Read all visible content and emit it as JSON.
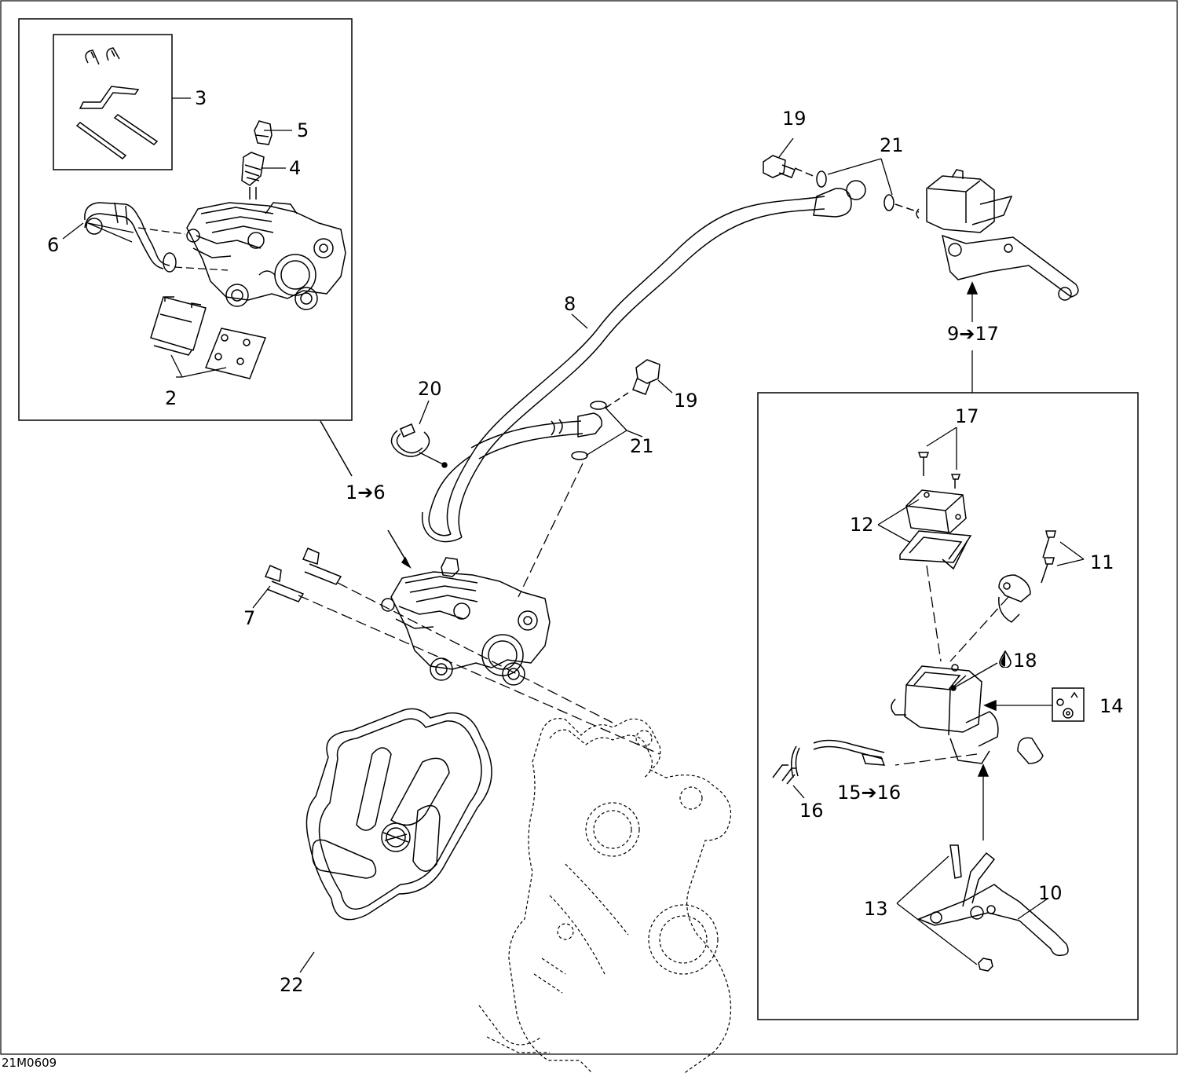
{
  "figure": {
    "ref": "21M0609"
  },
  "callouts": {
    "c1_6": "1➔6",
    "c2": "2",
    "c3": "3",
    "c4": "4",
    "c5": "5",
    "c6": "6",
    "c7": "7",
    "c8": "8",
    "c9_17": "9➔17",
    "c10": "10",
    "c11": "11",
    "c12": "12",
    "c13": "13",
    "c14": "14",
    "c15_16": "15➔16",
    "c16": "16",
    "c17": "17",
    "c18": "18",
    "c19a": "19",
    "c19b": "19",
    "c20": "20",
    "c21a": "21",
    "c21b": "21",
    "c22": "22"
  },
  "icons": {
    "fluid": "fluid-drop-icon"
  }
}
